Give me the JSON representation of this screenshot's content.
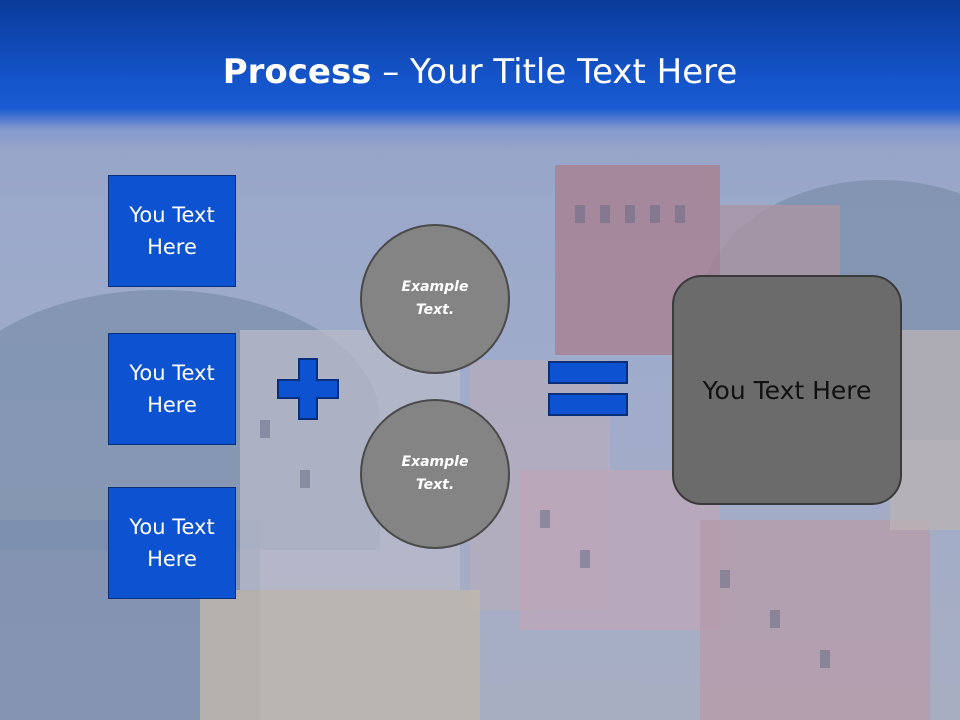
{
  "slide": {
    "title_bold": "Process",
    "title_rest": " – Your Title Text Here"
  },
  "left_boxes": [
    {
      "label": "You Text Here"
    },
    {
      "label": "You Text Here"
    },
    {
      "label": "You Text Here"
    }
  ],
  "circles": [
    {
      "label": "Example Text."
    },
    {
      "label": "Example Text."
    }
  ],
  "operators": {
    "plus_icon": "plus-icon",
    "equals_icon": "equals-icon"
  },
  "result_box": {
    "label": "You Text Here"
  },
  "colors": {
    "header_blue": "#1555cc",
    "box_blue": "#0d52d0",
    "circle_gray": "#848484",
    "result_gray": "#6b6b6b"
  }
}
